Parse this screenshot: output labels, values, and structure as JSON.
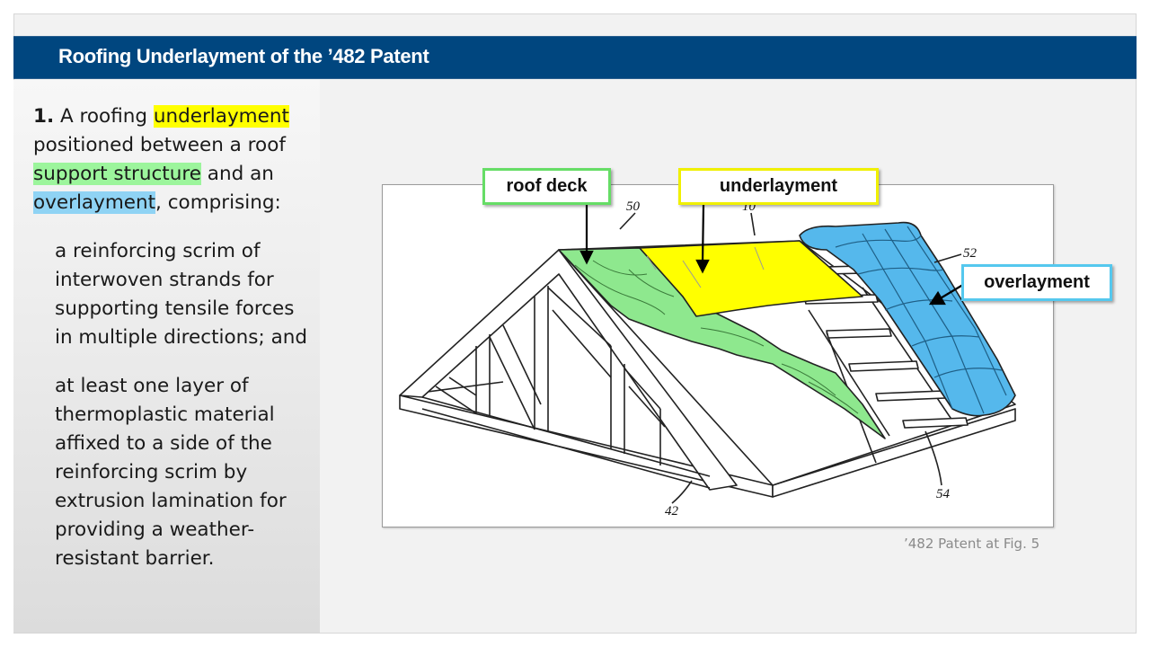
{
  "title": "Roofing Underlayment of the ’482 Patent",
  "claim": {
    "number": "1.",
    "intro_1": " A roofing ",
    "hl_underlayment": "underlayment",
    "intro_2": " positioned between a roof ",
    "hl_support": "support structure",
    "intro_3": " and an ",
    "hl_overlayment": "overlayment",
    "intro_4": ", comprising:",
    "element_1": "a reinforcing scrim of interwoven strands for supporting tensile forces in multiple directions; and",
    "element_2": "at least one layer of thermoplastic material affixed to a side of the reinforcing scrim by extrusion lamination for providing a weather-resistant barrier."
  },
  "figure": {
    "caption": "’482 Patent at Fig. 5",
    "ref_numerals": {
      "n50": "50",
      "n10": "10",
      "n52": "52",
      "n42": "42",
      "n54": "54"
    }
  },
  "callouts": {
    "roof_deck": "roof deck",
    "underlayment": "underlayment",
    "overlayment": "overlayment"
  },
  "colors": {
    "title_bar": "#00467f",
    "highlight_yellow": "#ffff00",
    "highlight_green": "#9cf59c",
    "highlight_blue": "#8fd3f4",
    "roof_deck_fill": "#8ee88e",
    "underlayment_fill": "#ffff00",
    "overlayment_fill": "#55b8ec"
  }
}
